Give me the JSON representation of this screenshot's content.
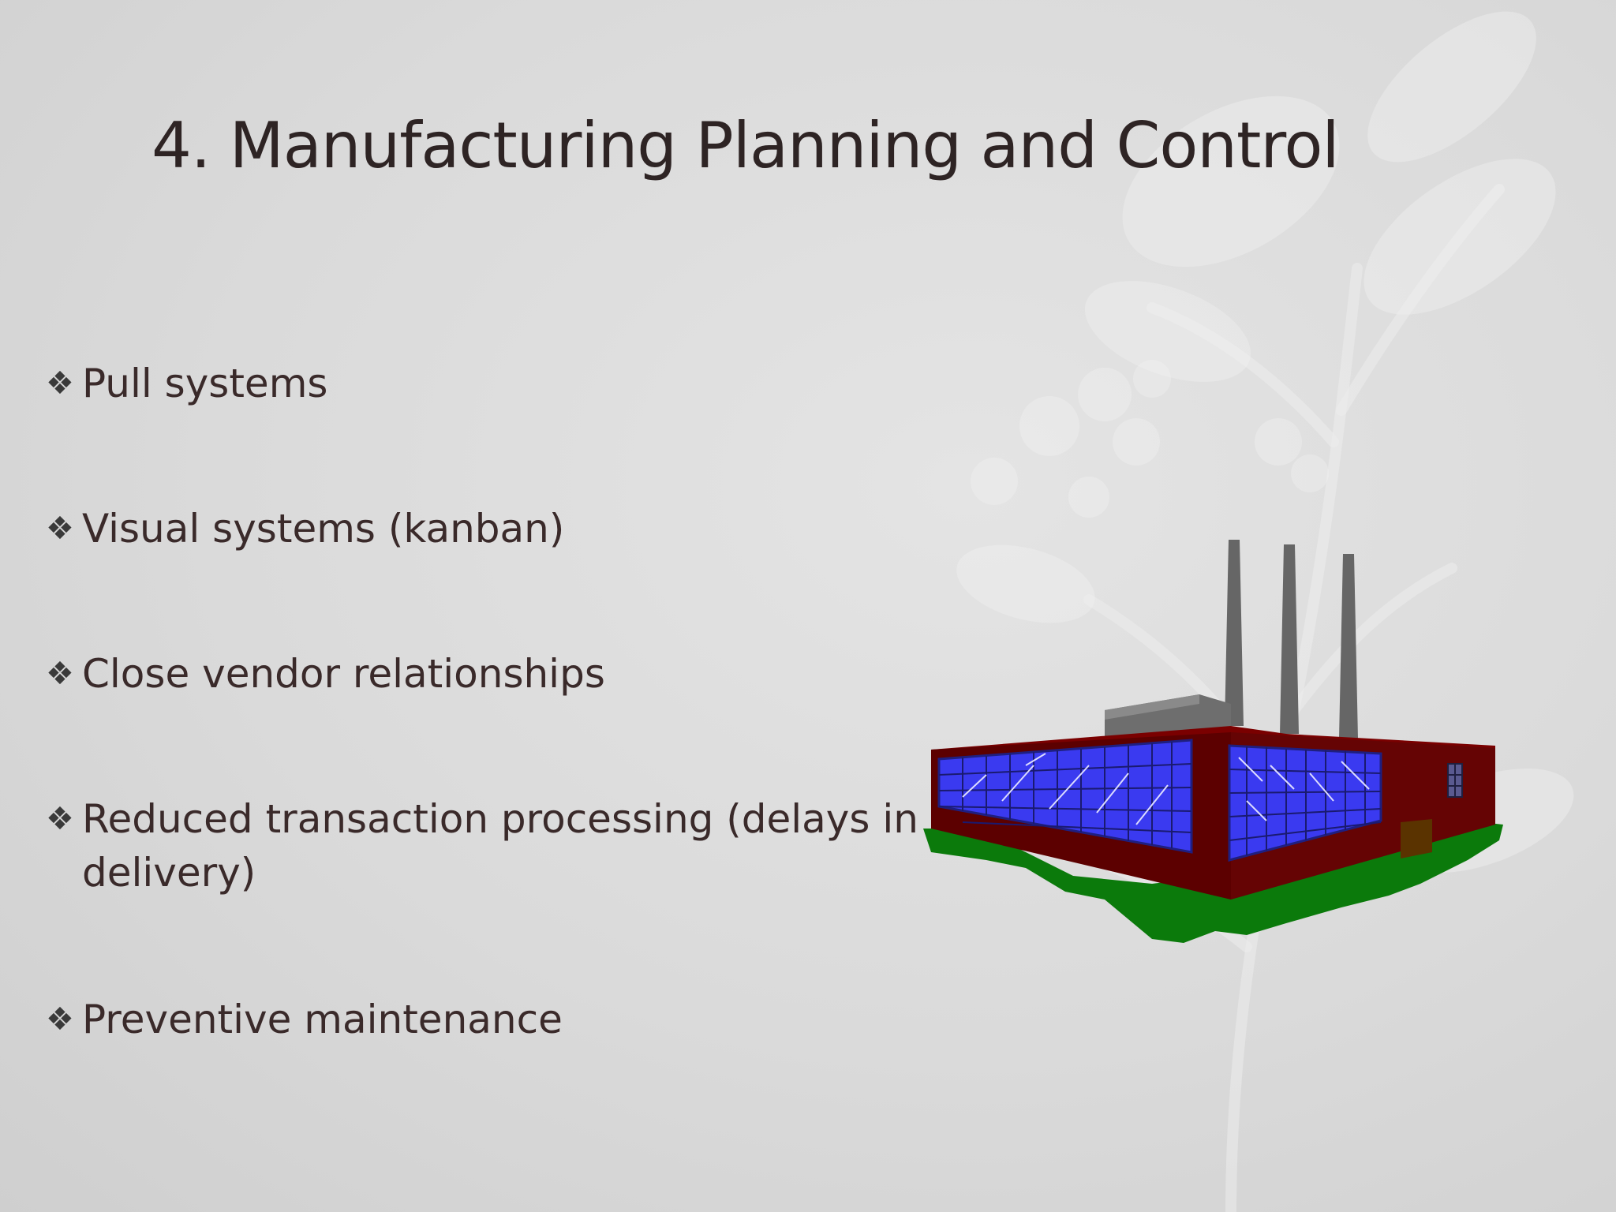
{
  "slide": {
    "title": "4. Manufacturing Planning and Control",
    "bullet_icon": "diamond-bullet-icon",
    "bullets": [
      "Pull systems",
      "Visual systems (kanban)",
      "Close vendor relationships",
      "Reduced transaction processing (delays in delivery)",
      "Preventive maintenance"
    ]
  },
  "colors": {
    "background": "#dcdcdc",
    "title_text": "#2e2424",
    "body_text": "#3a2a2a",
    "factory_wall": "#5c0000",
    "factory_window": "#3a3af0",
    "factory_ground": "#0b7a0b",
    "chimney": "#666666"
  },
  "illustration": {
    "icon": "factory-icon"
  }
}
